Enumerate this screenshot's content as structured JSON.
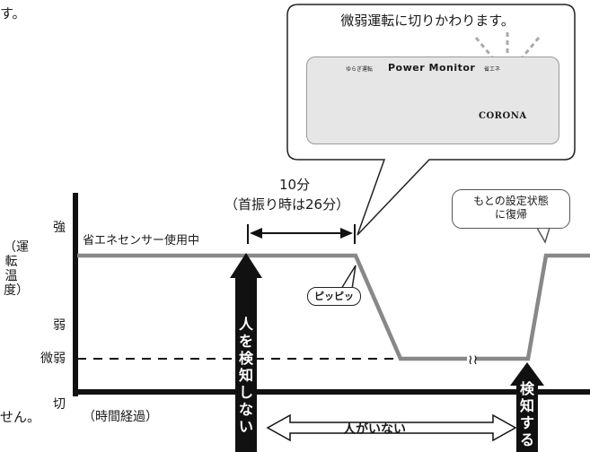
{
  "page_fragments": {
    "top_left_text": "す。",
    "bottom_left_text": "せん。"
  },
  "callout": {
    "title": "微弱運転に切りかわります。",
    "panel": {
      "left_label": "ゆらぎ運転",
      "title": "Power Monitor",
      "right_label": "省エネ",
      "brand": "CORONA"
    }
  },
  "diagram": {
    "y_axis_title": "（運転温度）",
    "y_ticks": [
      "強",
      "弱",
      "微弱",
      "切"
    ],
    "x_axis_title": "（時間経過）",
    "mode_label": "省エネセンサー使用中",
    "interval_label": "10分",
    "interval_note": "（首振り時は26分）",
    "beep_label": "ピッピッ",
    "restore_bubble": [
      "もとの設定状態",
      "に復帰"
    ],
    "no_person_label": "人がいない",
    "arrow_no_detect": "人を検知しない",
    "arrow_detect": "検知する"
  },
  "colors": {
    "line": "#888888",
    "axis": "#111111",
    "arrow": "#111111"
  }
}
